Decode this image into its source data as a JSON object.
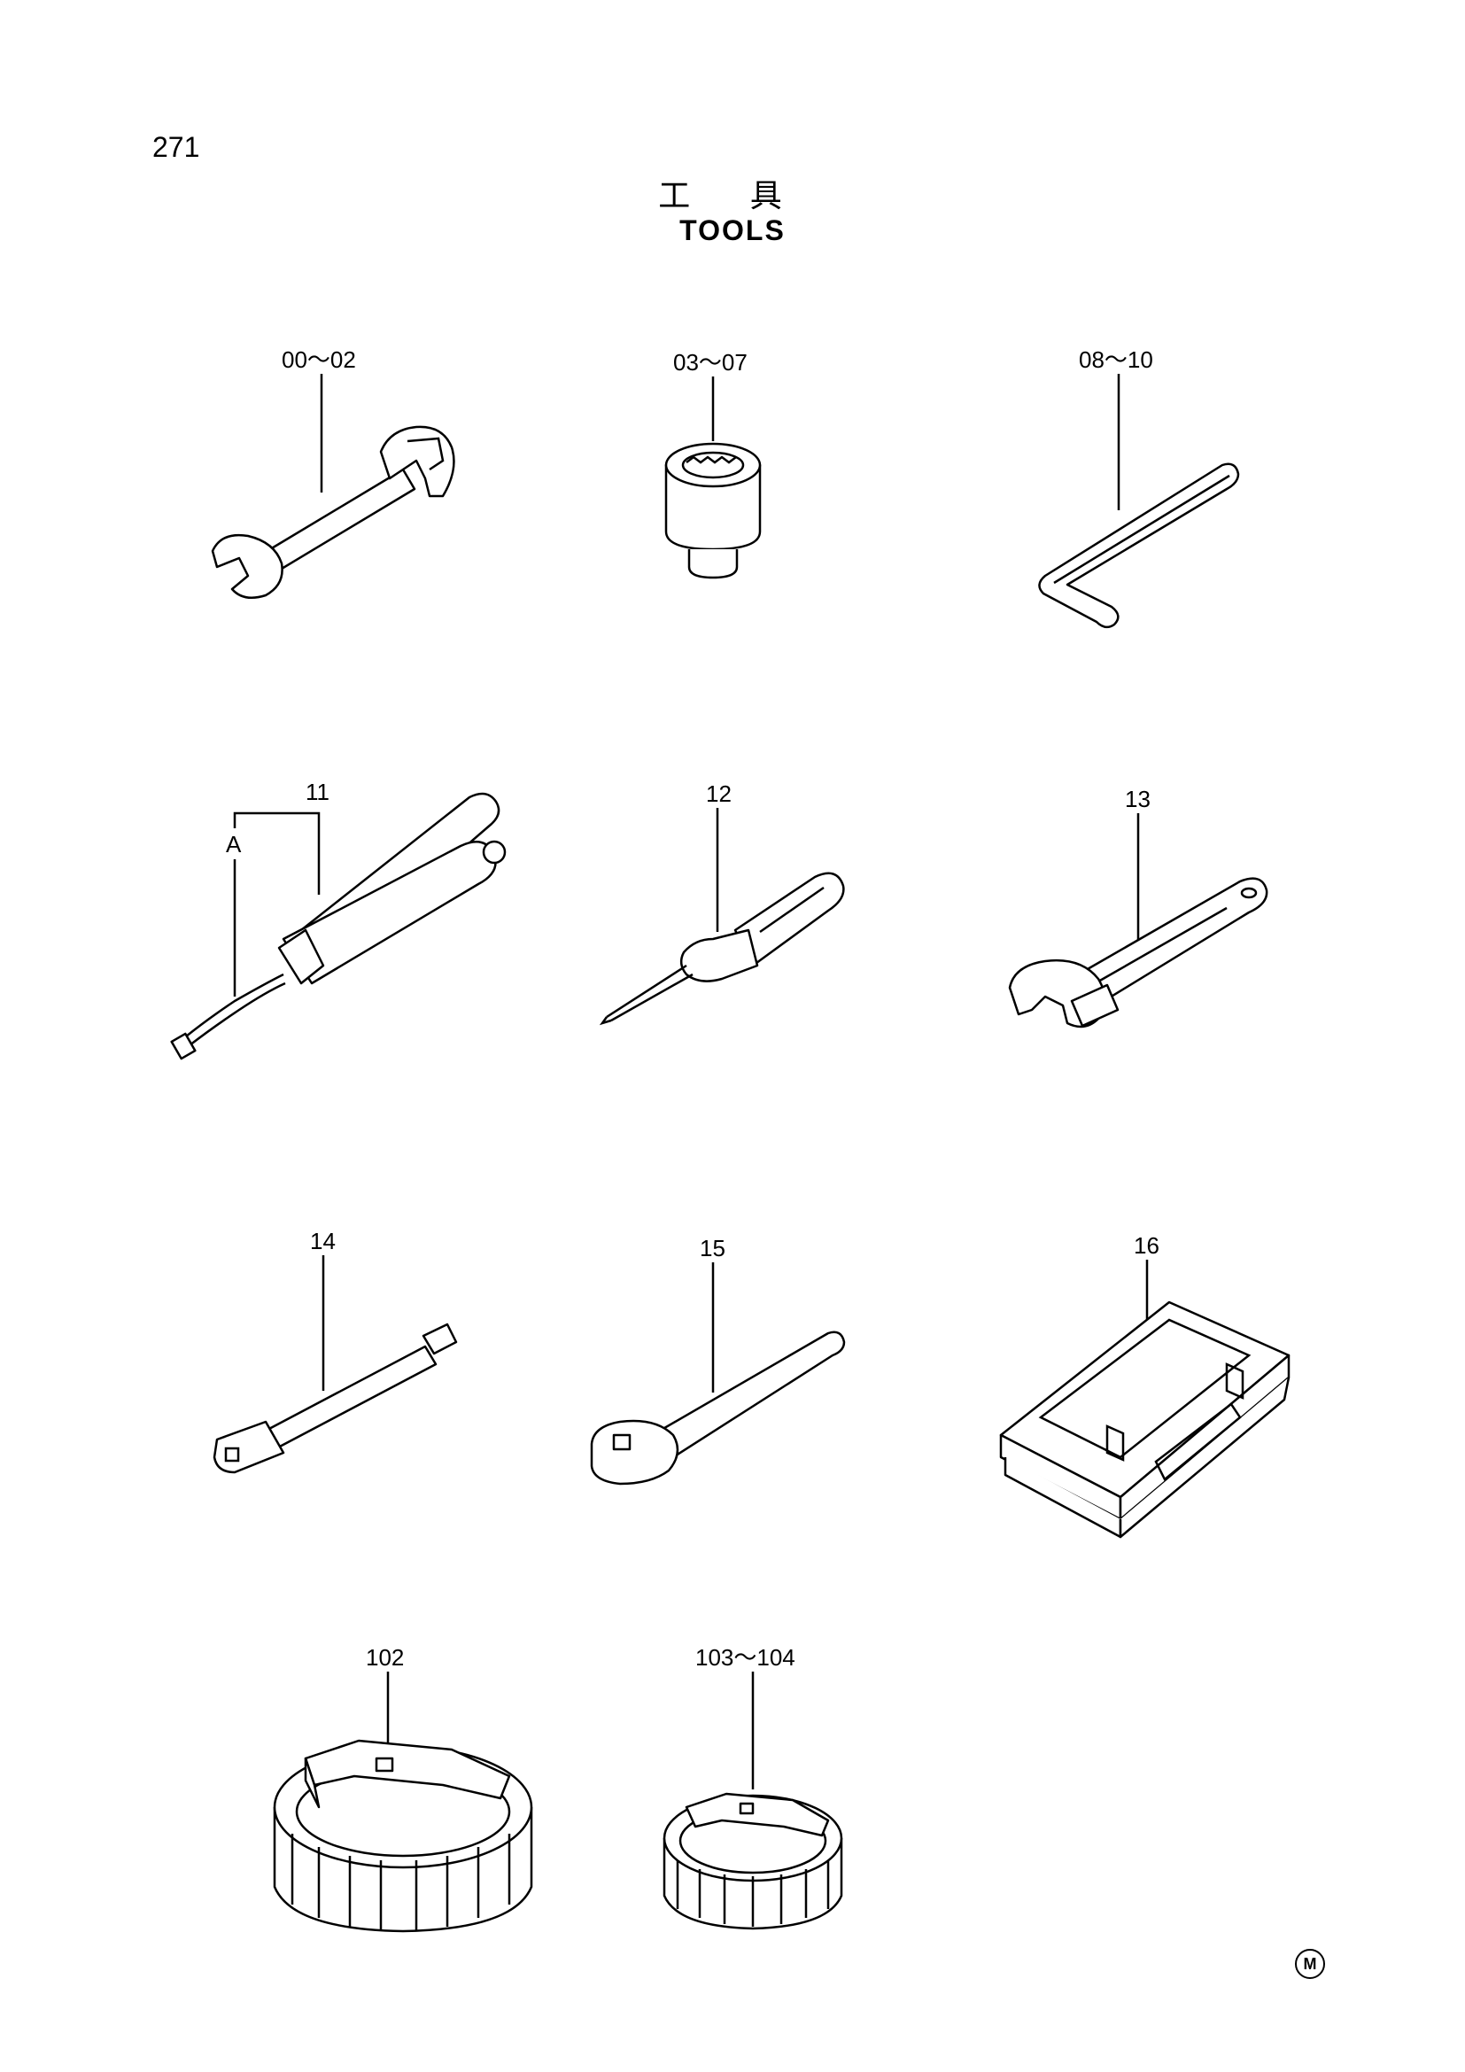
{
  "page": {
    "number": "271",
    "title_jp": "工 具",
    "title_en": "TOOLS",
    "mark": "M"
  },
  "items": [
    {
      "label": "00～02",
      "icon": "open-end-wrench-icon"
    },
    {
      "label": "03～07",
      "icon": "socket-icon"
    },
    {
      "label": "08～10",
      "icon": "hex-key-icon"
    },
    {
      "label": "11",
      "icon": "grease-gun-icon",
      "sub_label": "A"
    },
    {
      "label": "12",
      "icon": "screwdriver-icon"
    },
    {
      "label": "13",
      "icon": "adjustable-wrench-icon"
    },
    {
      "label": "14",
      "icon": "extension-bar-icon"
    },
    {
      "label": "15",
      "icon": "ratchet-handle-icon"
    },
    {
      "label": "16",
      "icon": "tool-box-icon"
    },
    {
      "label": "102",
      "icon": "filter-wrench-large-icon"
    },
    {
      "label": "103～104",
      "icon": "filter-wrench-small-icon"
    }
  ]
}
